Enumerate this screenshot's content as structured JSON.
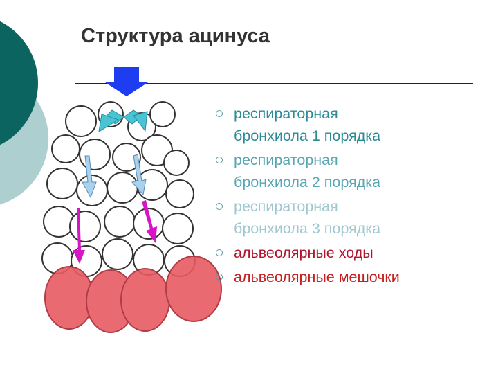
{
  "slide": {
    "title": "Структура ацинуса",
    "items": [
      {
        "lines": [
          "респираторная",
          "бронхиола 1 порядка"
        ],
        "color": "#2a8a96"
      },
      {
        "lines": [
          "респираторная",
          "бронхиола 2 порядка"
        ],
        "color": "#57a6b4"
      },
      {
        "lines": [
          "респираторная",
          "бронхиола 3 порядка"
        ],
        "color": "#9fc8d0"
      },
      {
        "lines": [
          "альвеолярные ходы"
        ],
        "color": "#b01530"
      },
      {
        "lines": [
          "альвеолярные мешочки"
        ],
        "color": "#c42020"
      }
    ]
  },
  "colors": {
    "accent_dark": "#0c6460",
    "accent_light": "#6ba8a8",
    "sac_fill": "#e85a62",
    "arrow_blue": "#1e3cf0",
    "arrow_teal": "#49c4d4",
    "arrow_light": "#a8d2ee",
    "arrow_magenta": "#d814c8"
  },
  "icons": {
    "bullet": "hollow-circle-icon"
  }
}
